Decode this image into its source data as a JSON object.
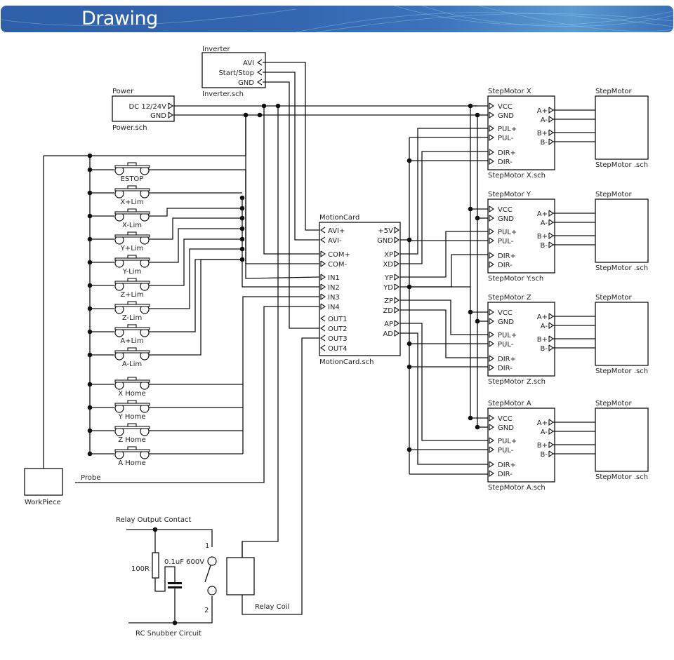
{
  "header": {
    "title": "Drawing"
  },
  "colors": {
    "banner": "#3465b0",
    "wire": "#111111",
    "text": "#222222"
  },
  "power": {
    "title": "Power",
    "file": "Power.sch",
    "pins": [
      "DC 12/24V",
      "GND"
    ]
  },
  "inverter": {
    "title": "Inverter",
    "file": "Inverter.sch",
    "pins": [
      "AVI",
      "Start/Stop",
      "GND"
    ]
  },
  "switches": [
    "ESTOP",
    "X+Lim",
    "X-Lim",
    "Y+Lim",
    "Y-Lim",
    "Z+Lim",
    "Z-Lim",
    "A+Lim",
    "A-Lim",
    "X Home",
    "Y Home",
    "Z Home",
    "A Home"
  ],
  "motion_card": {
    "title": "MotionCard",
    "file": "MotionCard.sch",
    "left_pins": [
      "AVI+",
      "AVI-",
      "COM+",
      "COM-",
      "IN1",
      "IN2",
      "IN3",
      "IN4",
      "OUT1",
      "OUT2",
      "OUT3",
      "OUT4"
    ],
    "right_pins": [
      "+5V",
      "GND",
      "XP",
      "XD",
      "YP",
      "YD",
      "ZP",
      "ZD",
      "AP",
      "AD"
    ]
  },
  "drivers": [
    {
      "title": "StepMotor X",
      "file": "StepMotor X.sch"
    },
    {
      "title": "StepMotor Y",
      "file": "StepMotor Y.sch"
    },
    {
      "title": "StepMotor Z",
      "file": "StepMotor Z.sch"
    },
    {
      "title": "StepMotor A",
      "file": "StepMotor A.sch"
    }
  ],
  "driver_left_pins": [
    "VCC",
    "GND",
    "PUL+",
    "PUL-",
    "DIR+",
    "DIR-"
  ],
  "driver_right_pins": [
    "A+",
    "A-",
    "B+",
    "B-"
  ],
  "motor": {
    "title": "StepMotor",
    "file": "StepMotor .sch"
  },
  "workpiece": {
    "label": "WorkPiece"
  },
  "probe": {
    "label": "Probe"
  },
  "relay": {
    "contact_title": "Relay Output Contact",
    "resistor": "100R",
    "capacitor": "0.1uF 600V",
    "pin1": "1",
    "pin2": "2",
    "coil": "Relay Coil",
    "snubber": "RC Snubber Circuit"
  }
}
